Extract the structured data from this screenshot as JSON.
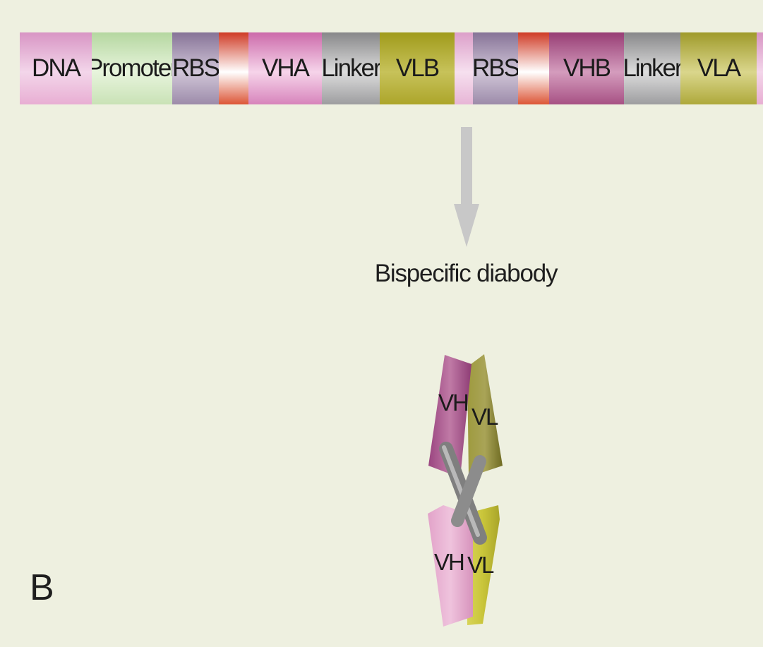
{
  "construct": {
    "segments": [
      {
        "id": "dna",
        "label": "DNA"
      },
      {
        "id": "promoter",
        "label": "Promoter"
      },
      {
        "id": "rbs1",
        "label": "RBS"
      },
      {
        "id": "red1",
        "label": ""
      },
      {
        "id": "vha",
        "label": "VHA"
      },
      {
        "id": "linker1",
        "label": "Linker"
      },
      {
        "id": "vlb",
        "label": "VLB"
      },
      {
        "id": "spacer",
        "label": ""
      },
      {
        "id": "rbs2",
        "label": "RBS"
      },
      {
        "id": "red2",
        "label": ""
      },
      {
        "id": "vhb",
        "label": "VHB"
      },
      {
        "id": "linker2",
        "label": "Linker"
      },
      {
        "id": "vla",
        "label": "VLA"
      },
      {
        "id": "end",
        "label": ""
      }
    ]
  },
  "product": {
    "label": "Bispecific diabody",
    "domains": {
      "top_vh": "VH",
      "top_vl": "VL",
      "bottom_vh": "VH",
      "bottom_vl": "VL"
    }
  },
  "panel_letter": "B",
  "colors": {
    "background": "#eef0e0",
    "arrow": "#c8c8c8",
    "vh_top": "#a64f8a",
    "vl_top": "#7f7a2c",
    "vh_bottom": "#e3a6cc",
    "vl_bottom": "#c3bf37",
    "linker": "#8f8f8f"
  }
}
